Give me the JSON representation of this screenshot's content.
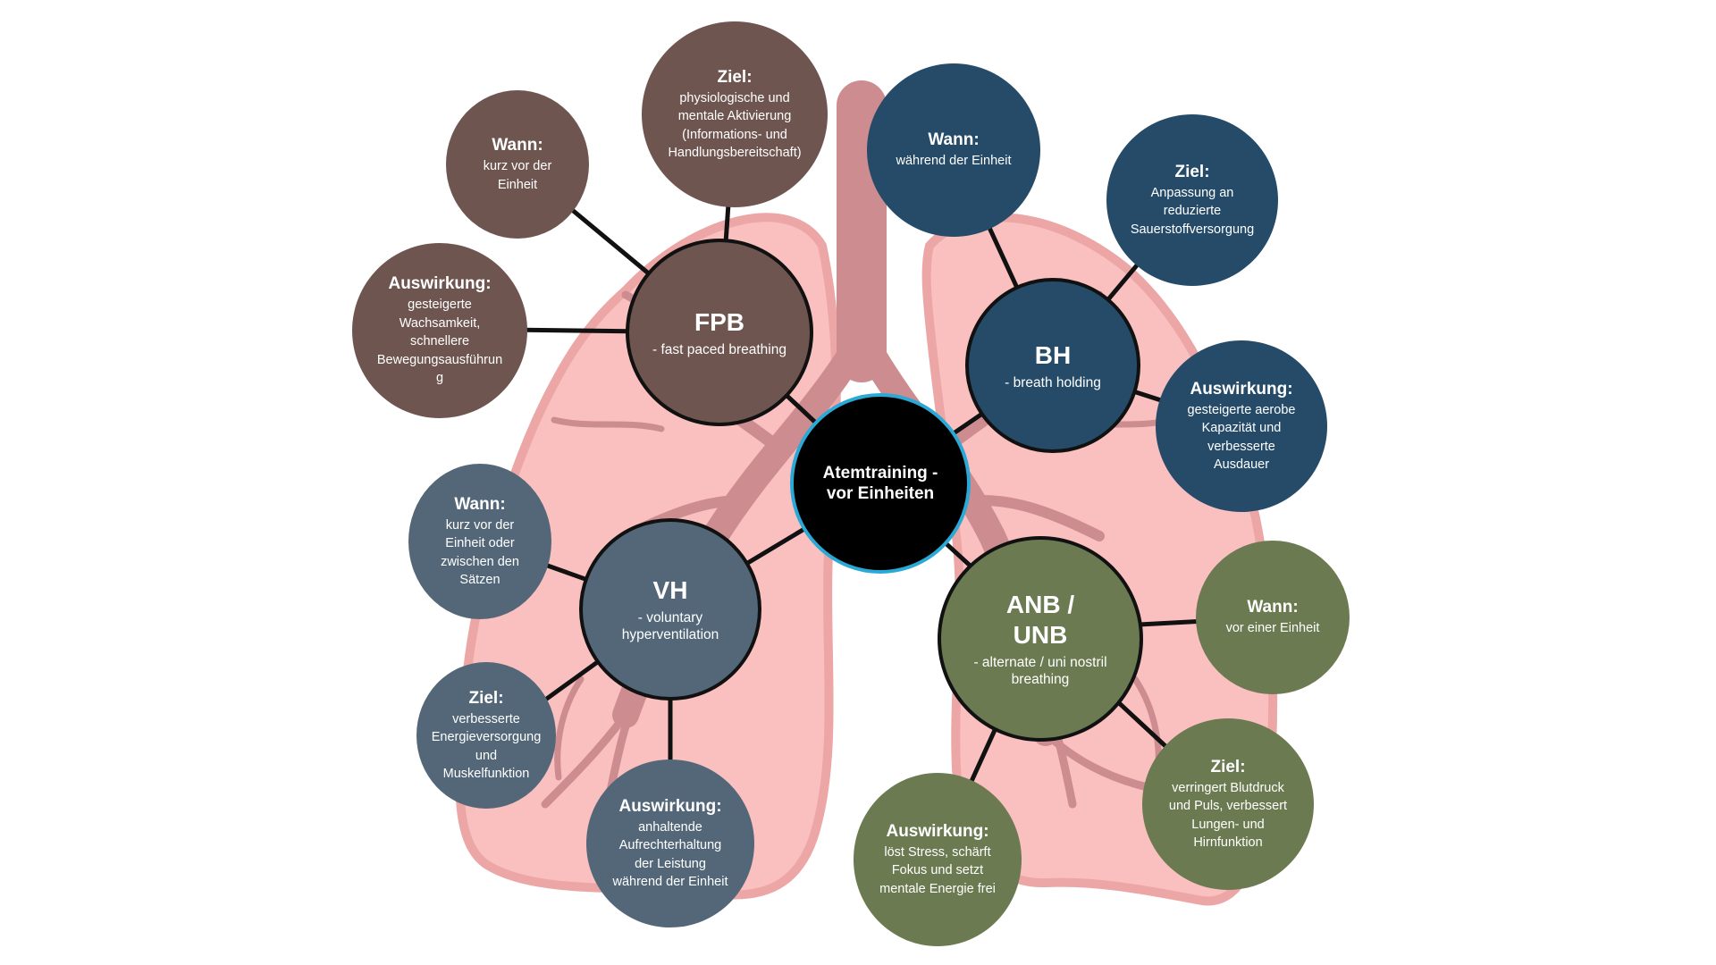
{
  "center": {
    "label": "Atemtraining -\nvor Einheiten"
  },
  "colors": {
    "fpb": "#6e5550",
    "bh": "#254b69",
    "vh": "#536778",
    "anb": "#6b7a50",
    "lung_fill": "#f9c0bf",
    "lung_outline": "#eca6a6",
    "airway": "#cd8c90",
    "center_ring": "#2aa8d6"
  },
  "fpb": {
    "hub": {
      "title": "FPB",
      "subtitle": "- fast paced breathing"
    },
    "wann": {
      "title": "Wann:",
      "body": "kurz vor der\nEinheit"
    },
    "ziel": {
      "title": "Ziel:",
      "body": "physiologische und\nmentale Aktivierung\n(Informations- und\nHandlungsbereitschaft)"
    },
    "auswirkung": {
      "title": "Auswirkung:",
      "body": "gesteigerte\nWachsamkeit,\nschnellere\nBewegungsausführun\ng"
    }
  },
  "bh": {
    "hub": {
      "title": "BH",
      "subtitle": "- breath holding"
    },
    "wann": {
      "title": "Wann:",
      "body": "während der Einheit"
    },
    "ziel": {
      "title": "Ziel:",
      "body": "Anpassung an\nreduzierte\nSauerstoffversorgung"
    },
    "auswirkung": {
      "title": "Auswirkung:",
      "body": "gesteigerte aerobe\nKapazität und\nverbesserte\nAusdauer"
    }
  },
  "vh": {
    "hub": {
      "title": "VH",
      "subtitle": "- voluntary\nhyperventilation"
    },
    "wann": {
      "title": "Wann:",
      "body": "kurz vor der\nEinheit oder\nzwischen den\nSätzen"
    },
    "ziel": {
      "title": "Ziel:",
      "body": "verbesserte\nEnergieversorgung\nund\nMuskelfunktion"
    },
    "auswirkung": {
      "title": "Auswirkung:",
      "body": "anhaltende\nAufrechterhaltung\nder Leistung\nwährend der Einheit"
    }
  },
  "anb": {
    "hub": {
      "title": "ANB /\nUNB",
      "subtitle": "- alternate / uni nostril\nbreathing"
    },
    "wann": {
      "title": "Wann:",
      "body": "vor einer Einheit"
    },
    "ziel": {
      "title": "Ziel:",
      "body": "verringert Blutdruck\nund Puls, verbessert\nLungen- und\nHirnfunktion"
    },
    "auswirkung": {
      "title": "Auswirkung:",
      "body": "löst Stress, schärft\nFokus und setzt\nmentale Energie frei"
    }
  }
}
